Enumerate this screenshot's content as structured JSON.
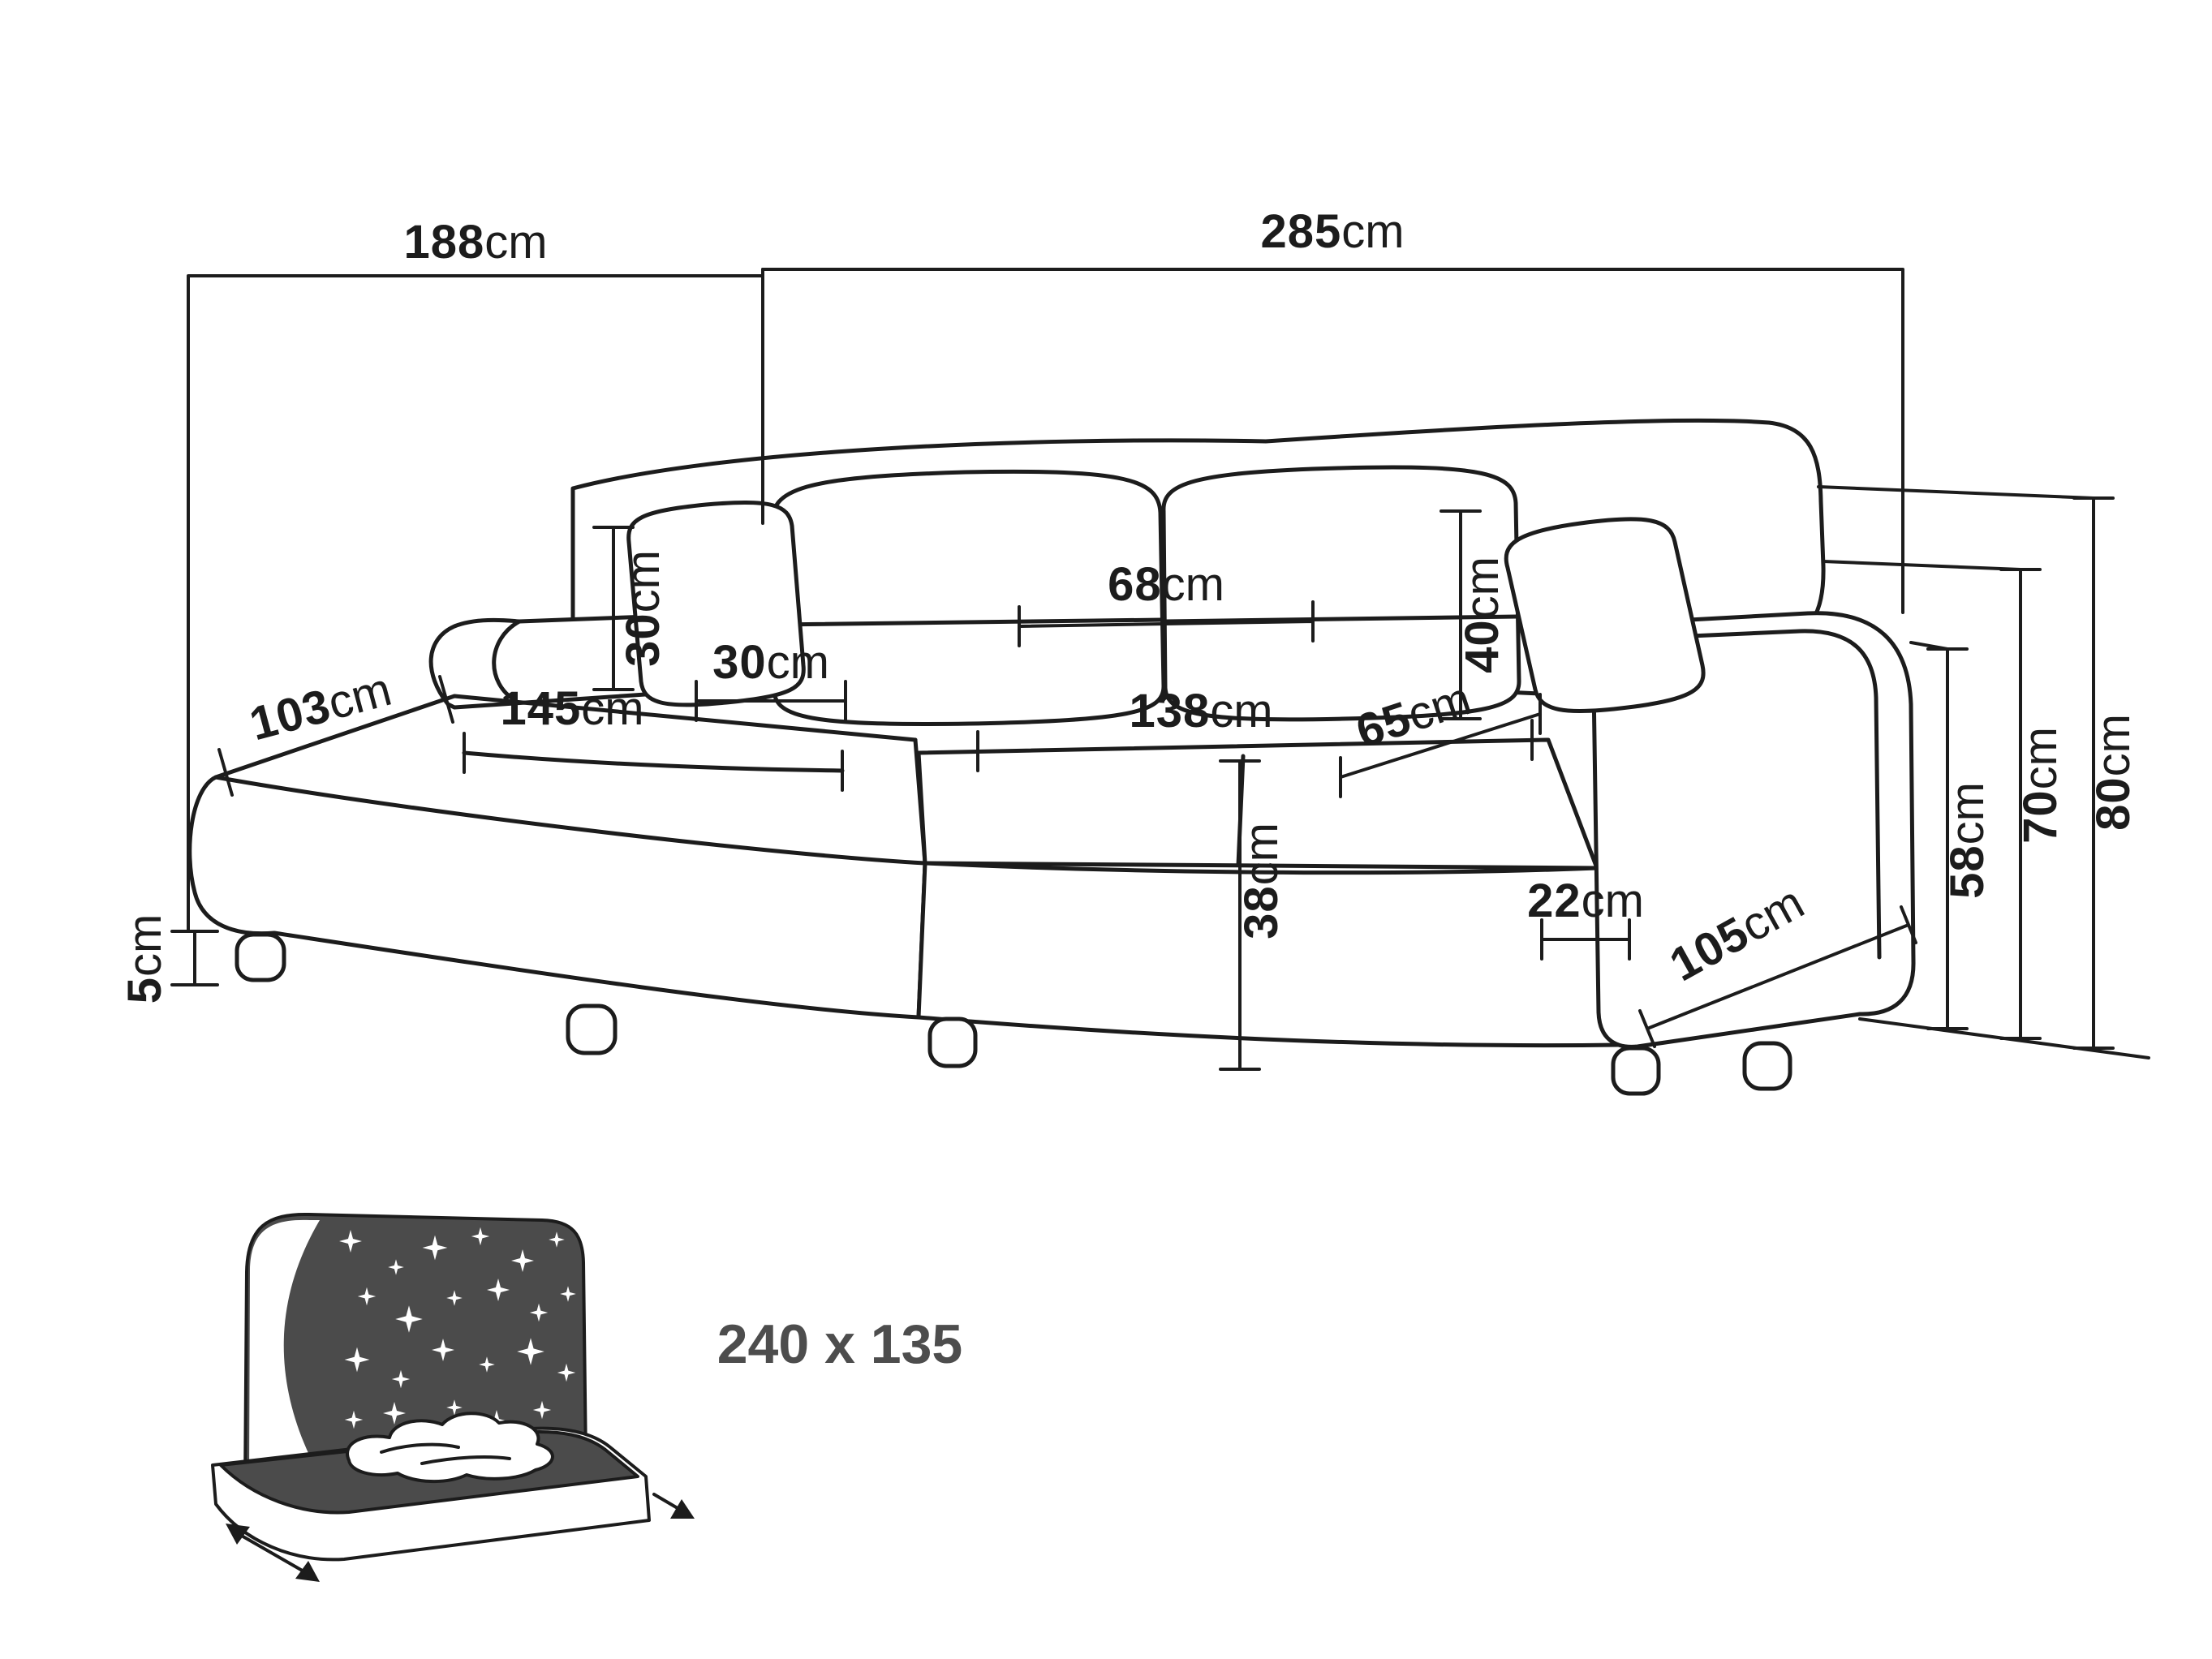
{
  "page": {
    "background": "#ffffff"
  },
  "diagram": {
    "title": "corner-sofa-dimensions",
    "line_color": "#1c1c1c",
    "unit": "cm",
    "dimensions": {
      "chaise_width": {
        "value": "188",
        "unit": "cm"
      },
      "total_width": {
        "value": "285",
        "unit": "cm"
      },
      "pillow_height": {
        "value": "30",
        "unit": "cm"
      },
      "pillow_width": {
        "value": "30",
        "unit": "cm"
      },
      "back_cushion_width": {
        "value": "68",
        "unit": "cm"
      },
      "back_cushion_height": {
        "value": "40",
        "unit": "cm"
      },
      "chaise_depth": {
        "value": "103",
        "unit": "cm"
      },
      "chaise_cushion_length": {
        "value": "145",
        "unit": "cm"
      },
      "seat_width": {
        "value": "138",
        "unit": "cm"
      },
      "seat_depth": {
        "value": "65",
        "unit": "cm"
      },
      "leg_height": {
        "value": "5",
        "unit": "cm"
      },
      "seat_height": {
        "value": "38",
        "unit": "cm"
      },
      "armrest_width": {
        "value": "22",
        "unit": "cm"
      },
      "side_depth": {
        "value": "105",
        "unit": "cm"
      },
      "armrest_height": {
        "value": "58",
        "unit": "cm"
      },
      "backrest_height": {
        "value": "70",
        "unit": "cm"
      },
      "total_height": {
        "value": "80",
        "unit": "cm"
      }
    },
    "sleeping_function": {
      "size_label": "240 x 135",
      "icon_fill": "#4b4b4b",
      "text_color": "#4d4d4d"
    }
  }
}
